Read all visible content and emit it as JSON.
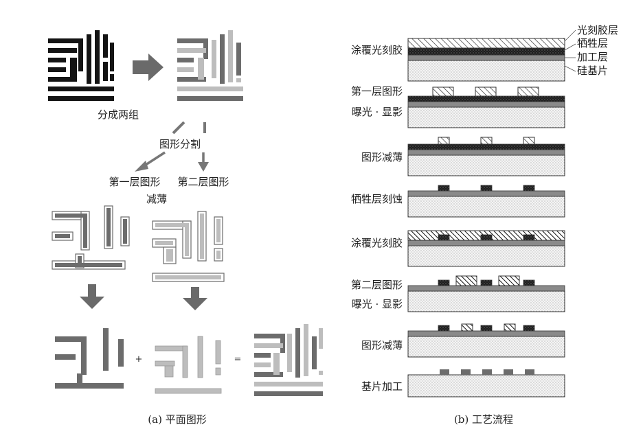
{
  "left_panel": {
    "split_label": "分成两组",
    "divide_label": "图形分割",
    "first_layer_label": "第一层图形",
    "second_layer_label": "第二层图形",
    "thin_label": "减薄",
    "plus": "+",
    "equals": "=",
    "caption": "(a) 平面图形"
  },
  "right_panel": {
    "legend": [
      "光刻胶层",
      "牺牲层",
      "加工层",
      "硅基片"
    ],
    "steps": [
      {
        "label": "涂覆光刻胶"
      },
      {
        "label": "第一层图形",
        "label2": "曝光 · 显影"
      },
      {
        "label": "图形减薄"
      },
      {
        "label": "牺牲层刻蚀"
      },
      {
        "label": "涂覆光刻胶"
      },
      {
        "label": "第二层图形",
        "label2": "曝光 · 显影"
      },
      {
        "label": "图形减薄"
      },
      {
        "label": "基片加工"
      }
    ],
    "caption": "(b) 工艺流程"
  },
  "colors": {
    "black": "#141414",
    "dark_gray": "#6c6c6c",
    "light_gray": "#bdbdbd",
    "arrow": "#6a6a6a"
  }
}
